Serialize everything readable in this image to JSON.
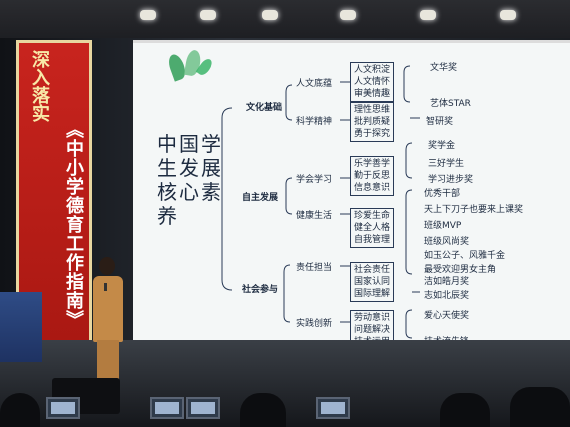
{
  "banner": {
    "title": "深入落实",
    "subtitle": "《中小学德育工作指南》"
  },
  "mindmap": {
    "root": "中国学生发展核心素养",
    "branches": [
      {
        "label": "文化基础",
        "subs": [
          {
            "label": "人文底蕴",
            "box": "人文积淀\n人文情怀\n审美情趣"
          },
          {
            "label": "科学精神",
            "box": "理性思维\n批判质疑\n勇于探究"
          }
        ],
        "awards": [
          "文华奖",
          "艺体STAR",
          "智研奖"
        ]
      },
      {
        "label": "自主发展",
        "subs": [
          {
            "label": "学会学习",
            "box": "乐学善学\n勤于反思\n信息意识"
          },
          {
            "label": "健康生活",
            "box": "珍爱生命\n健全人格\n自我管理"
          }
        ],
        "awards": [
          "奖学金",
          "三好学生",
          "学习进步奖",
          "优秀干部",
          "天上下刀子也要来上课奖",
          "班级MVP",
          "班级风尚奖",
          "如玉公子、风雅千金",
          "最受欢迎男女主角",
          "洁如皓月奖"
        ]
      },
      {
        "label": "社会参与",
        "subs": [
          {
            "label": "责任担当",
            "box": "社会责任\n国家认同\n国际理解"
          },
          {
            "label": "实践创新",
            "box": "劳动意识\n问题解决\n技术运用"
          }
        ],
        "awards": [
          "志如北辰奖",
          "爱心天使奖",
          "技术流先锋"
        ]
      }
    ]
  }
}
